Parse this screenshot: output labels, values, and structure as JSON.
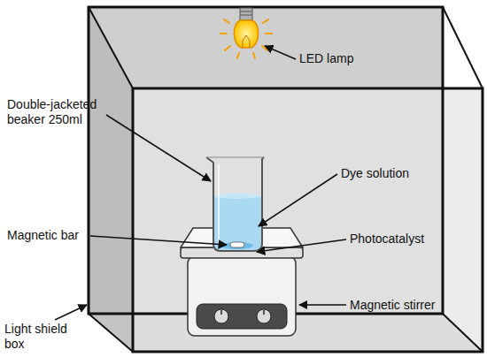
{
  "diagram": {
    "labels": [
      "LED lamp",
      "Double-jacketed beaker 250ml",
      "Dye solution",
      "Magnetic bar",
      "Photocatalyst",
      "Magnetic stirrer",
      "Light shield box"
    ]
  }
}
